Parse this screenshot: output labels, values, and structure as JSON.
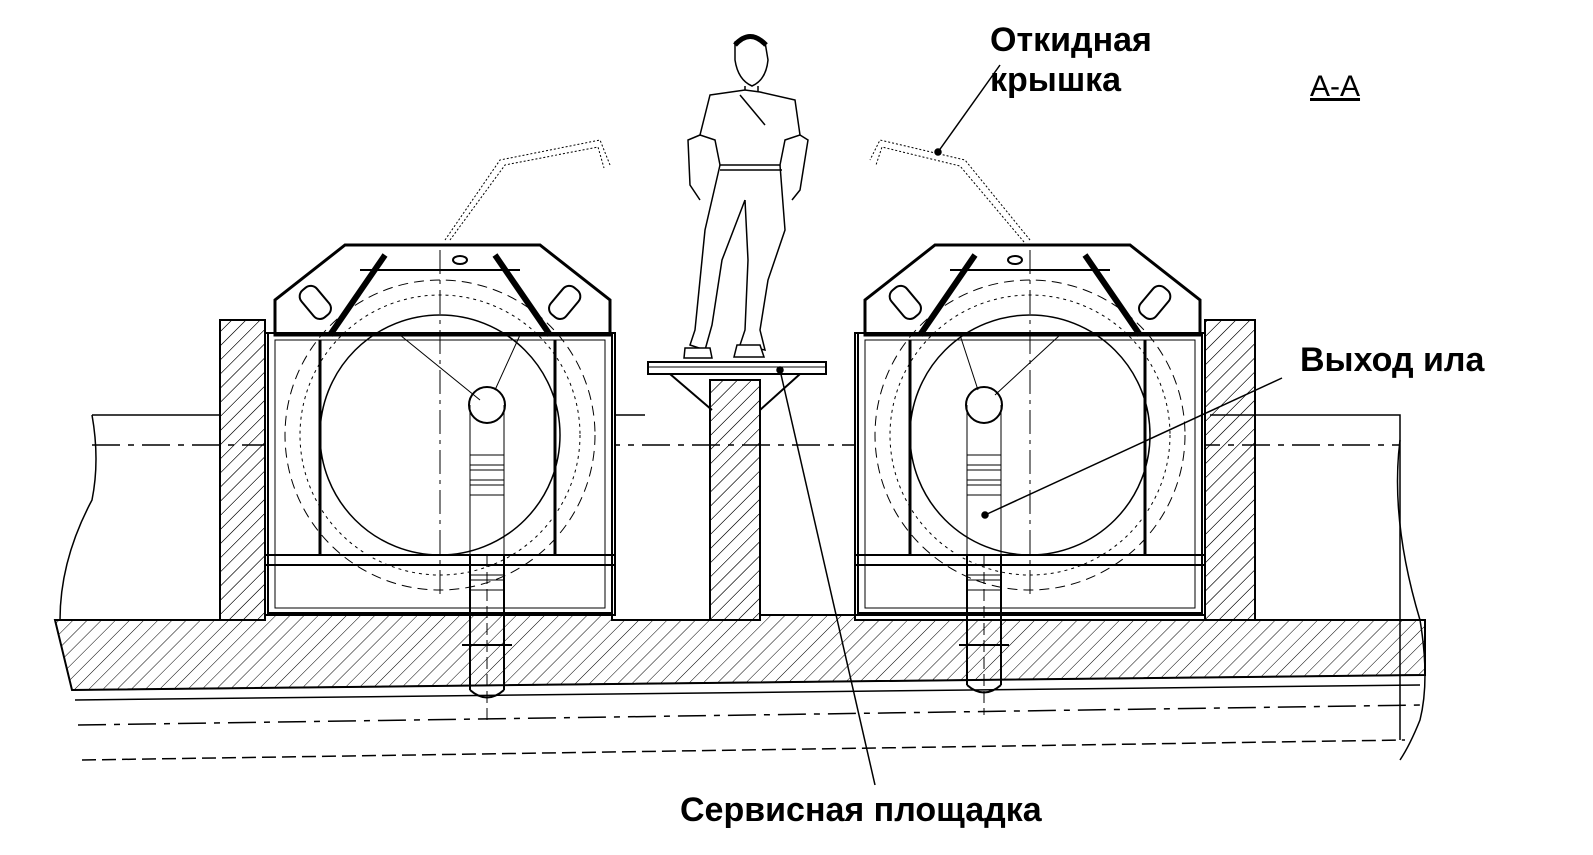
{
  "labels": {
    "hinged_lid": "Откидная крышка",
    "hinged_lid_line1": "Откидная",
    "hinged_lid_line2": "крышка",
    "sludge_outlet": "Выход ила",
    "service_platform": "Сервисная площадка",
    "section": "А-А"
  },
  "colors": {
    "line": "#000000",
    "background": "#ffffff"
  }
}
